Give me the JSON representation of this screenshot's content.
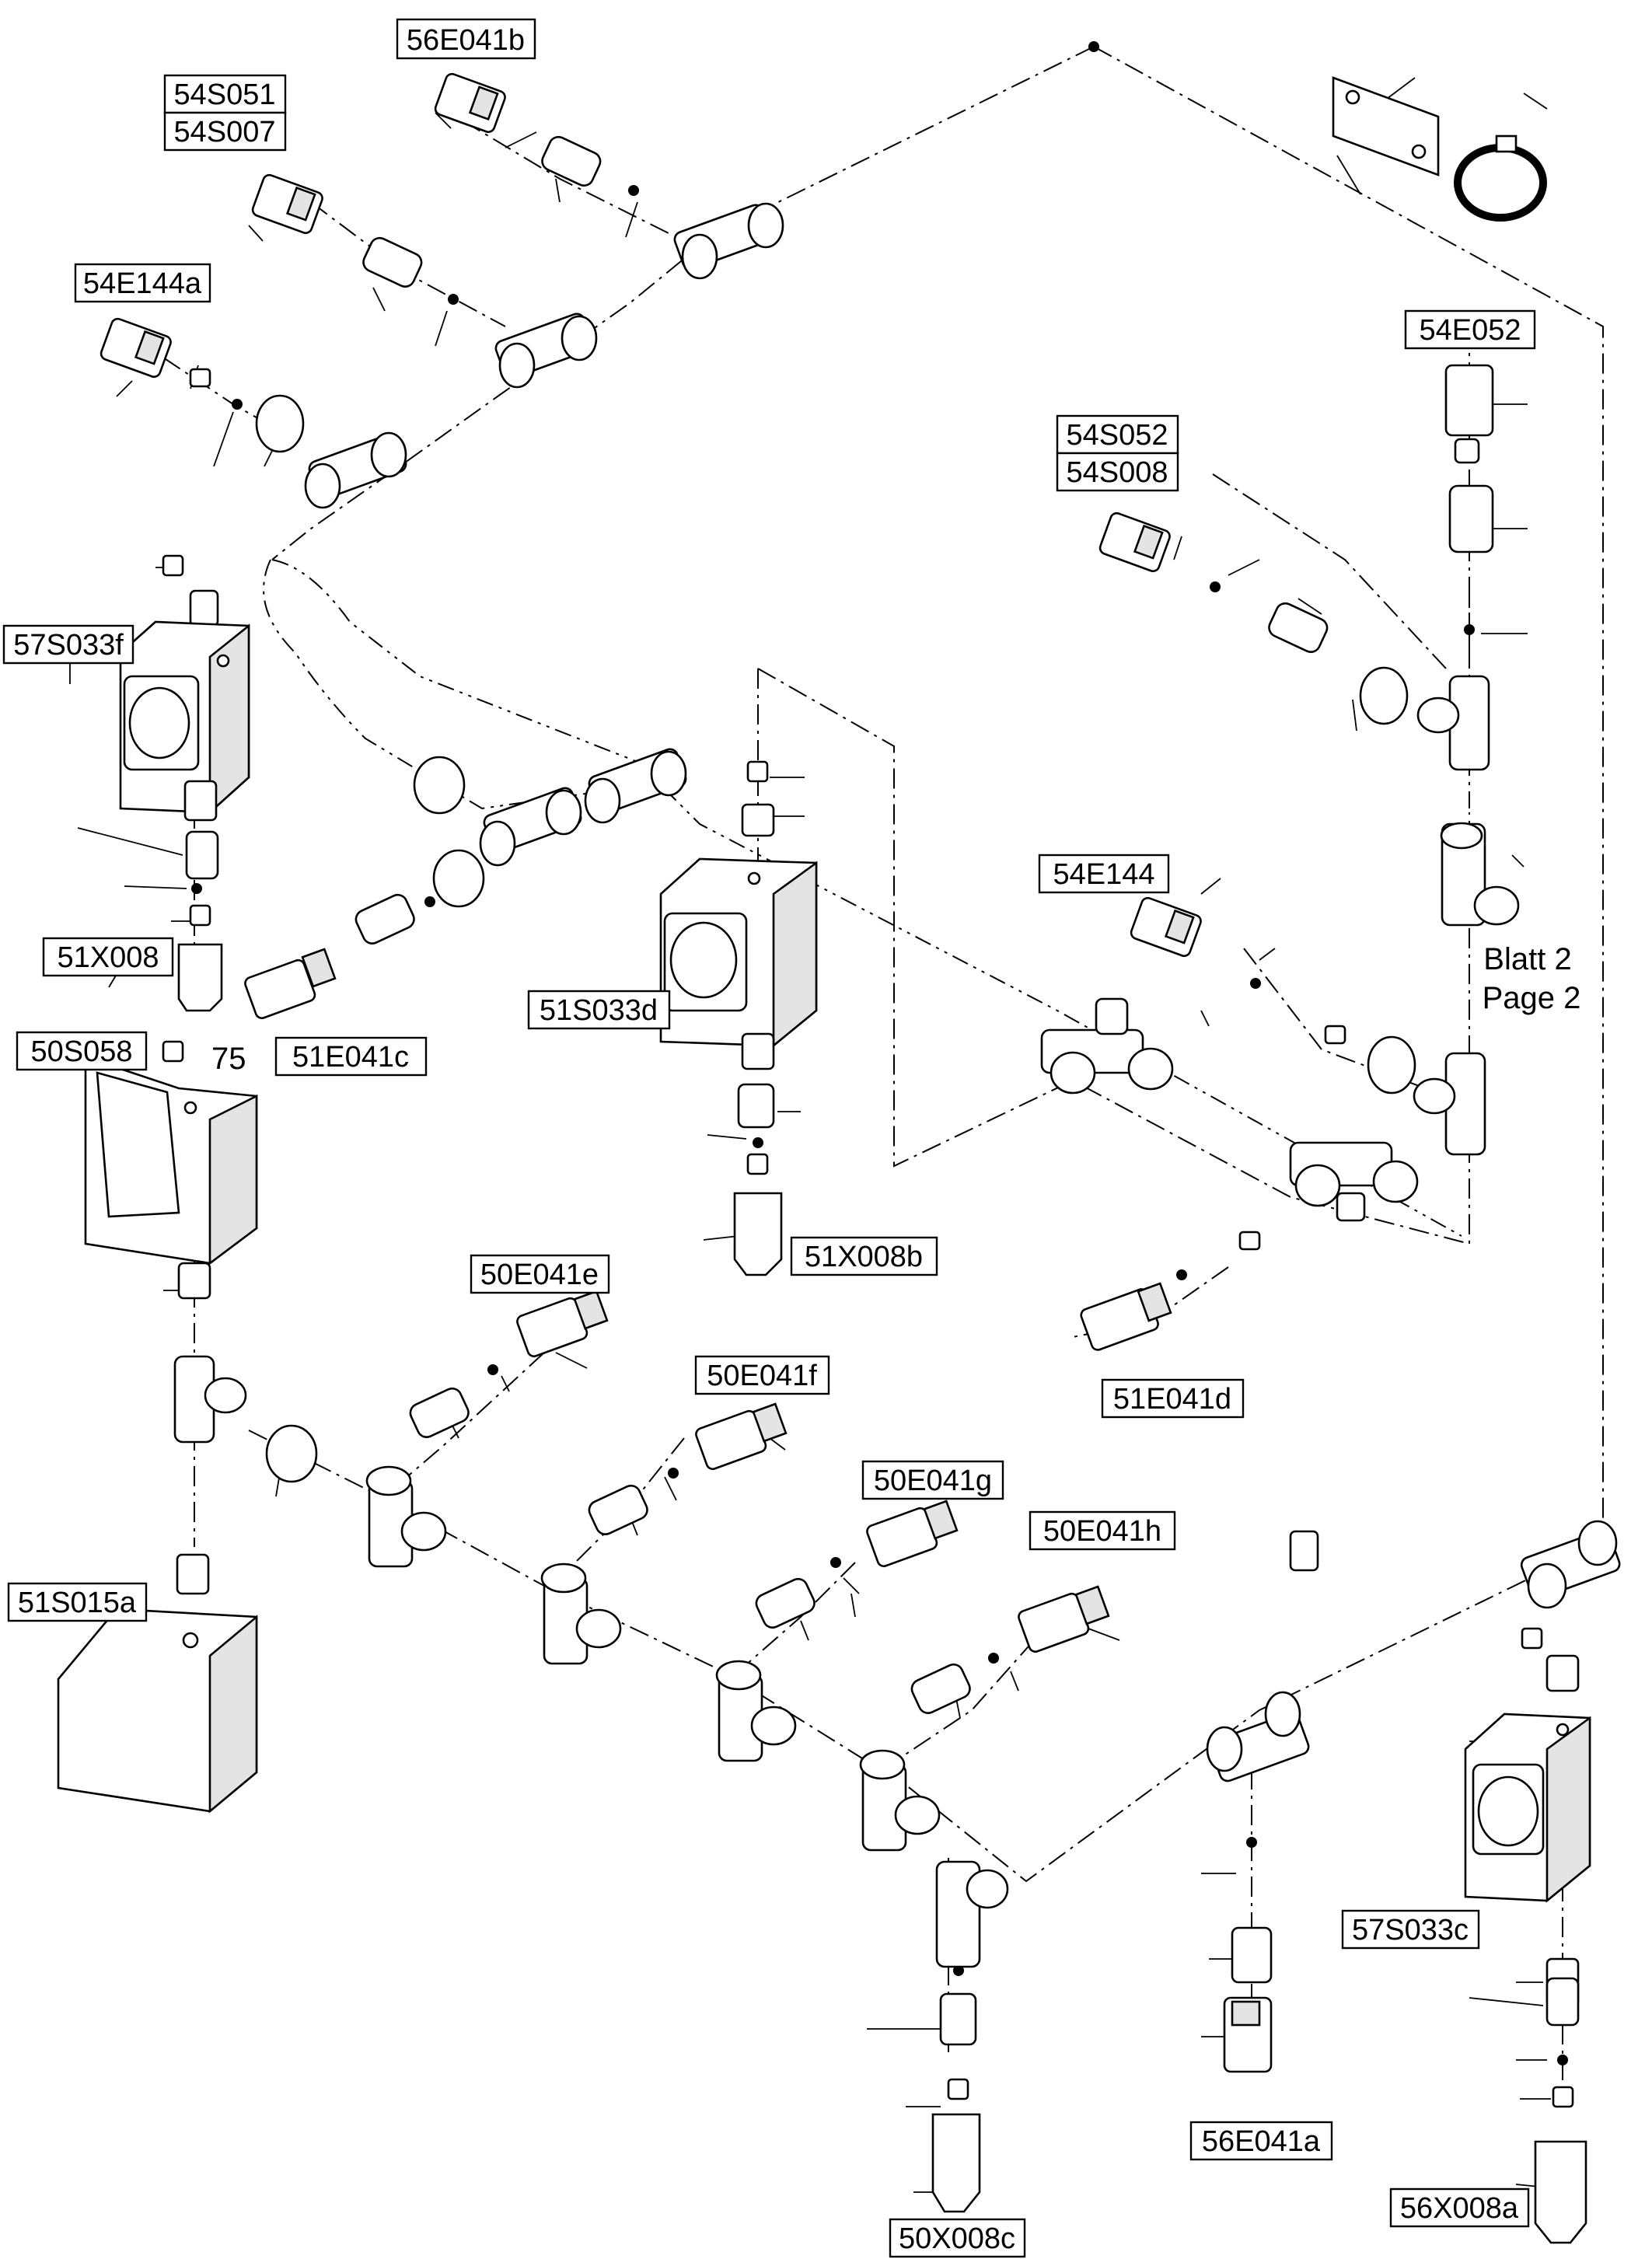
{
  "labels": {
    "56E041b": "56E041b",
    "54S051": "54S051",
    "54S007": "54S007",
    "54E144a": "54E144a",
    "54E052": "54E052",
    "54S052": "54S052",
    "54S008": "54S008",
    "57S033f": "57S033f",
    "54E144": "54E144",
    "51X008": "51X008",
    "51E041c": "51E041c",
    "51S033d": "51S033d",
    "50S058": "50S058",
    "51X008b": "51X008b",
    "50E041e": "50E041e",
    "51E041d": "51E041d",
    "50E041f": "50E041f",
    "50E041g": "50E041g",
    "50E041h": "50E041h",
    "51S015a": "51S015a",
    "57S033c": "57S033c",
    "56E041a": "56E041a",
    "56X008a": "56X008a",
    "50X008c": "50X008c"
  },
  "annotations": {
    "item_75": "75",
    "blatt": "Blatt 2",
    "page": "Page 2"
  }
}
